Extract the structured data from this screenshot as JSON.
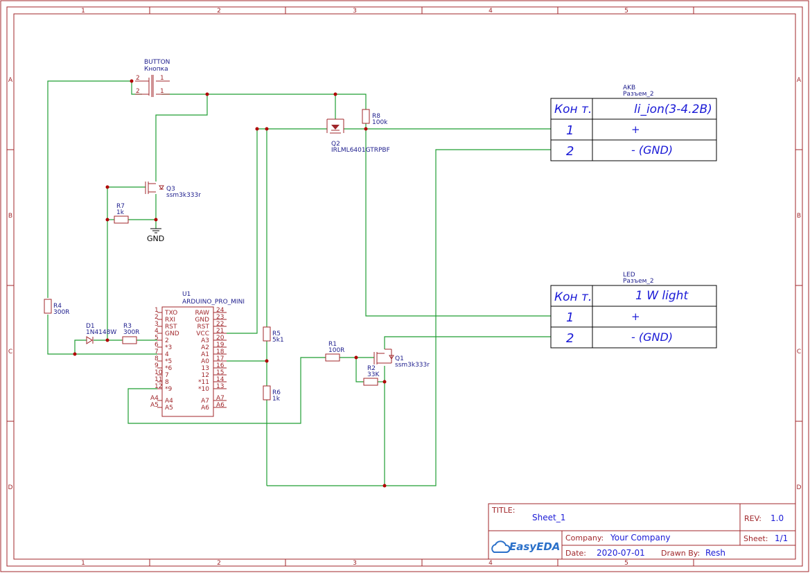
{
  "frame": {
    "columns": [
      "1",
      "2",
      "3",
      "4",
      "5"
    ],
    "rows": [
      "A",
      "B",
      "C",
      "D"
    ]
  },
  "components": {
    "button": {
      "ref": "BUTTON",
      "value": "Кнопка",
      "pin_a": "2",
      "pin_b": "1"
    },
    "q2": {
      "ref": "Q2",
      "value": "IRLML6401GTRPBF"
    },
    "r8": {
      "ref": "R8",
      "value": "100k"
    },
    "q3": {
      "ref": "Q3",
      "value": "ssm3k333r"
    },
    "r7": {
      "ref": "R7",
      "value": "1k"
    },
    "gnd": {
      "label": "GND"
    },
    "r4": {
      "ref": "R4",
      "value": "300R"
    },
    "d1": {
      "ref": "D1",
      "value": "1N4148W"
    },
    "r3": {
      "ref": "R3",
      "value": "300R"
    },
    "u1": {
      "ref": "U1",
      "value": "ARDUINO_PRO_MINI",
      "left_pins": [
        {
          "num": "1",
          "name": "TXO"
        },
        {
          "num": "2",
          "name": "RXI"
        },
        {
          "num": "3",
          "name": "RST"
        },
        {
          "num": "4",
          "name": "GND"
        },
        {
          "num": "5",
          "name": "2"
        },
        {
          "num": "6",
          "name": "*3"
        },
        {
          "num": "7",
          "name": "4"
        },
        {
          "num": "8",
          "name": "*5"
        },
        {
          "num": "9",
          "name": "*6"
        },
        {
          "num": "10",
          "name": "7"
        },
        {
          "num": "11",
          "name": "8"
        },
        {
          "num": "12",
          "name": "*9"
        }
      ],
      "right_pins": [
        {
          "num": "24",
          "name": "RAW"
        },
        {
          "num": "23",
          "name": "GND"
        },
        {
          "num": "22",
          "name": "RST"
        },
        {
          "num": "21",
          "name": "VCC"
        },
        {
          "num": "20",
          "name": "A3"
        },
        {
          "num": "19",
          "name": "A2"
        },
        {
          "num": "18",
          "name": "A1"
        },
        {
          "num": "17",
          "name": "A0"
        },
        {
          "num": "16",
          "name": "13"
        },
        {
          "num": "15",
          "name": "12"
        },
        {
          "num": "14",
          "name": "*11"
        },
        {
          "num": "13",
          "name": "*10"
        }
      ],
      "bottom_left": [
        {
          "num": "A4",
          "name": "A4"
        },
        {
          "num": "A5",
          "name": "A5"
        }
      ],
      "bottom_right": [
        {
          "num": "A7",
          "name": "A7"
        },
        {
          "num": "A6",
          "name": "A6"
        }
      ]
    },
    "r5": {
      "ref": "R5",
      "value": "5k1"
    },
    "r6": {
      "ref": "R6",
      "value": "1k"
    },
    "r1": {
      "ref": "R1",
      "value": "100R"
    },
    "r2": {
      "ref": "R2",
      "value": "33K"
    },
    "q1": {
      "ref": "Q1",
      "value": "ssm3k333r"
    }
  },
  "connectors": {
    "akb": {
      "ref": "AKB",
      "value": "Разъем_2",
      "header_left": "Кон т.",
      "header_right": "li_ion(3-4.2В)",
      "rows": [
        {
          "pin": "1",
          "label": "+"
        },
        {
          "pin": "2",
          "label": "- (GND)"
        }
      ]
    },
    "led": {
      "ref": "LED",
      "value": "Разъем_2",
      "header_left": "Кон т.",
      "header_right": "1 W light",
      "rows": [
        {
          "pin": "1",
          "label": "+"
        },
        {
          "pin": "2",
          "label": "- (GND)"
        }
      ]
    }
  },
  "title_block": {
    "title_label": "TITLE:",
    "title": "Sheet_1",
    "rev_label": "REV:",
    "rev": "1.0",
    "company_label": "Company:",
    "company": "Your Company",
    "sheet_label": "Sheet:",
    "sheet": "1/1",
    "date_label": "Date:",
    "date": "2020-07-01",
    "drawn_label": "Drawn By:",
    "drawn_by": "Resh",
    "logo_text": "EasyEDA",
    "colors": {
      "logo": "#2a70c9"
    }
  }
}
